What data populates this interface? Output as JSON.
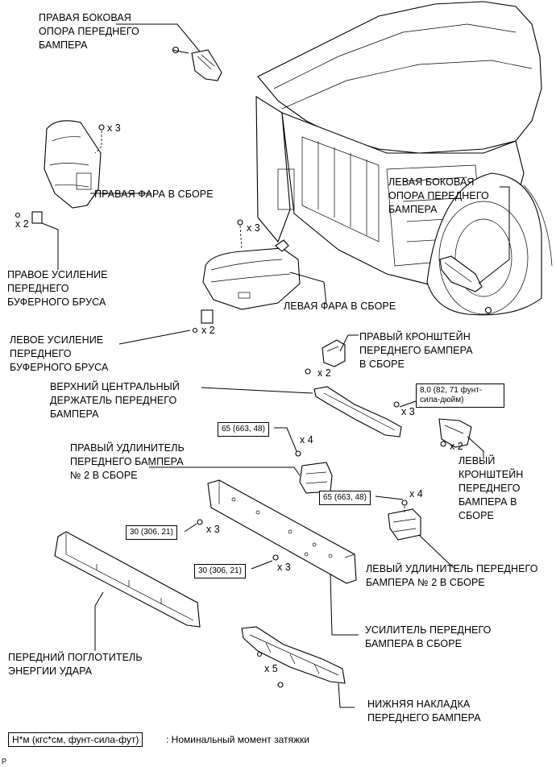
{
  "labels": {
    "right_side_support": "ПРАВАЯ БОКОВАЯ\nОПОРА ПЕРЕДНЕГО\nБАМПЕРА",
    "right_headlamp": "ПРАВАЯ ФАРА В СБОРЕ",
    "left_side_support": "ЛЕВАЯ БОКОВАЯ\nОПОРА ПЕРЕДНЕГО\nБАМПЕРА",
    "right_reinforcement": "ПРАВОЕ УСИЛЕНИЕ\nПЕРЕДНЕГО\nБУФЕРНОГО БРУСА",
    "left_headlamp": "ЛЕВАЯ ФАРА В СБОРЕ",
    "left_reinforcement": "ЛЕВОЕ УСИЛЕНИЕ\nПЕРЕДНЕГО\nБУФЕРНОГО БРУСА",
    "right_bracket": "ПРАВЫЙ КРОНШТЕЙН\nПЕРЕДНЕГО БАМПЕРА\nВ СБОРЕ",
    "upper_center_retainer": "ВЕРХНИЙ ЦЕНТРАЛЬНЫЙ\nДЕРЖАТЕЛЬ ПЕРЕДНЕГО\nБАМПЕРА",
    "left_bracket": "ЛЕВЫЙ\nКРОНШТЕЙН\nПЕРЕДНЕГО\nБАМПЕРА В\nСБОРЕ",
    "right_extension": "ПРАВЫЙ УДЛИНИТЕЛЬ\nПЕРЕДНЕГО БАМПЕРА\n№ 2 В СБОРЕ",
    "left_extension": "ЛЕВЫЙ УДЛИНИТЕЛЬ ПЕРЕДНЕГО\nБАМПЕРА № 2 В СБОРЕ",
    "bumper_reinforcement": "УСИЛИТЕЛЬ ПЕРЕДНЕГО\nБАМПЕРА В СБОРЕ",
    "energy_absorber": "ПЕРЕДНИЙ ПОГЛОТИТЕЛЬ\nЭНЕРГИИ УДАРА",
    "lower_cover": "НИЖНЯЯ НАКЛАДКА\nПЕРЕДНЕГО БАМПЕРА"
  },
  "quantities": {
    "right_headlamp_bolts": "x 3",
    "right_reinf_clips": "x 2",
    "left_headlamp_bolts": "x 3",
    "left_reinf_clips": "x 2",
    "right_bracket_bolts": "x 2",
    "center_retainer_bolts": "x 3",
    "left_bracket_bolts": "x 2",
    "right_ext_bolts": "x 4",
    "left_ext_bolts": "x 4",
    "nuts_upper": "x 3",
    "nuts_lower": "x 3",
    "lower_cover_clips": "x 5"
  },
  "torques": {
    "center_retainer": "8,0 (82, 71 фунт-\nсила-дюйм)",
    "right_extension": "65 (663, 48)",
    "left_extension": "65 (663, 48)",
    "nuts_upper": "30 (306, 21)",
    "nuts_lower": "30 (306, 21)"
  },
  "legend": {
    "box": "Н*м (кгс*см, фунт-сила-фут)",
    "text": ": Номинальный момент затяжки"
  },
  "corner_mark": "P"
}
